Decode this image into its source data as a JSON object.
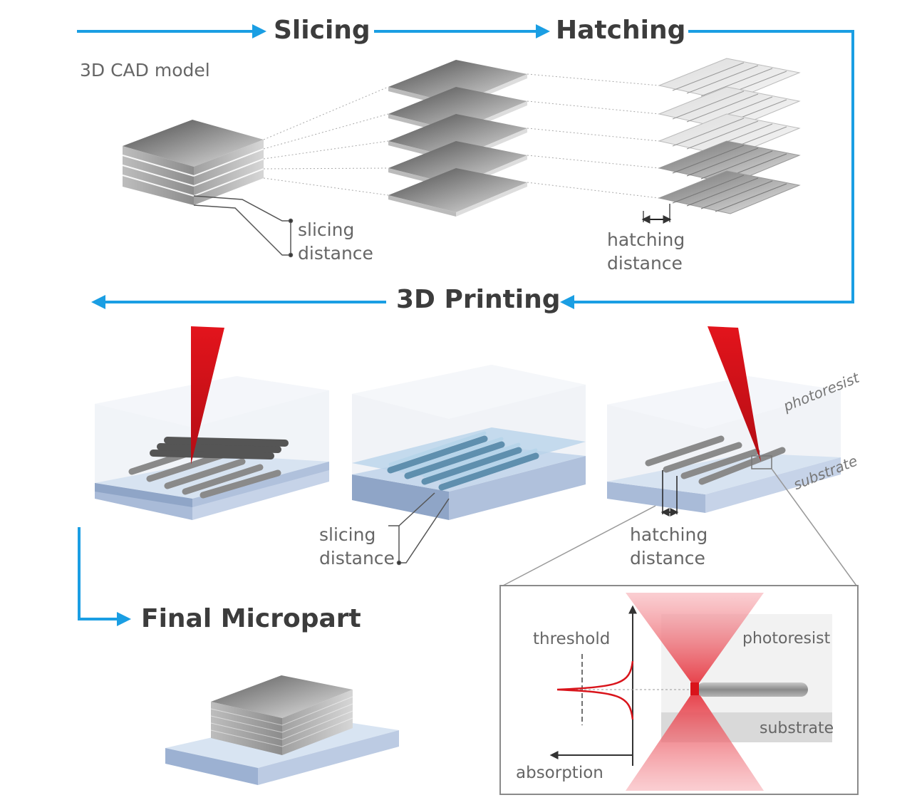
{
  "stages": {
    "slicing": "Slicing",
    "hatching": "Hatching",
    "printing": "3D Printing",
    "final": "Final Micropart"
  },
  "labels": {
    "cad_model": "3D CAD model",
    "slicing_distance": [
      "slicing",
      "distance"
    ],
    "hatching_distance": [
      "hatching",
      "distance"
    ],
    "photoresist": "photoresist",
    "substrate": "substrate",
    "threshold": "threshold",
    "absorption": "absorption"
  },
  "colors": {
    "flow_arrow": "#1a9ee3",
    "laser": "#d9141b",
    "substrate": "#9fb6d8",
    "resist": "#eef1f6"
  }
}
